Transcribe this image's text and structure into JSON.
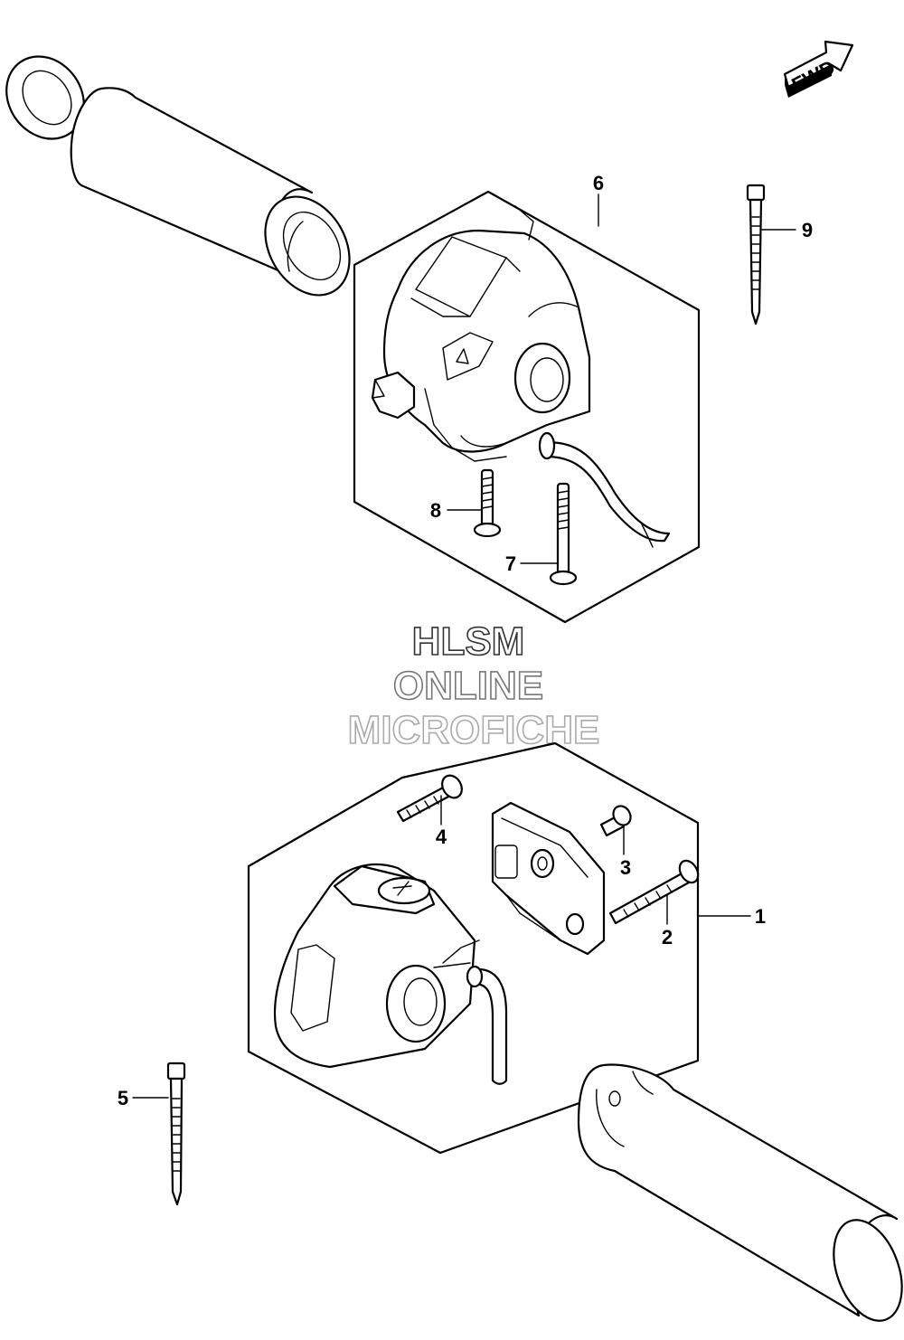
{
  "direction_tag": "FWD",
  "watermark": {
    "line1": "HLSM",
    "line2": "ONLINE",
    "line3": "MICROFICHE"
  },
  "callouts": [
    {
      "id": "1",
      "label": "1"
    },
    {
      "id": "2",
      "label": "2"
    },
    {
      "id": "3",
      "label": "3"
    },
    {
      "id": "4",
      "label": "4"
    },
    {
      "id": "5",
      "label": "5"
    },
    {
      "id": "6",
      "label": "6"
    },
    {
      "id": "7",
      "label": "7"
    },
    {
      "id": "8",
      "label": "8"
    },
    {
      "id": "9",
      "label": "9"
    }
  ],
  "colors": {
    "line": "#000000",
    "background": "#ffffff",
    "watermark_stroke_1": "#333333",
    "watermark_stroke_2": "#777777",
    "watermark_stroke_3": "#aaaaaa"
  }
}
